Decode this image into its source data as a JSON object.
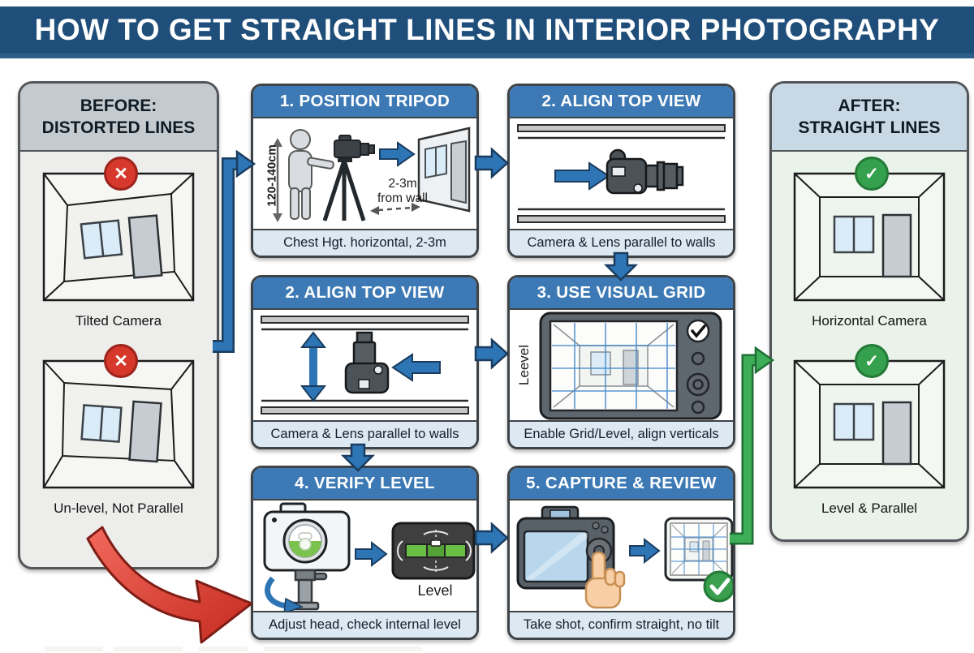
{
  "title": "HOW TO GET STRAIGHT LINES IN INTERIOR PHOTOGRAPHY",
  "before_panel": {
    "heading_line1": "BEFORE:",
    "heading_line2": "DISTORTED LINES",
    "examples": [
      {
        "caption": "Tilted Camera"
      },
      {
        "caption": "Un-level, Not Parallel"
      }
    ]
  },
  "after_panel": {
    "heading_line1": "AFTER:",
    "heading_line2": "STRAIGHT LINES",
    "examples": [
      {
        "caption": "Horizontal Camera"
      },
      {
        "caption": "Level & Parallel"
      }
    ]
  },
  "steps": [
    {
      "title": "1. POSITION TRIPOD",
      "caption": "Chest Hgt. horizontal, 2-3m",
      "height_label": "120-140cm",
      "distance_label_line1": "2-3m",
      "distance_label_line2": "from wall"
    },
    {
      "title": "2. ALIGN TOP VIEW",
      "caption": "Camera & Lens parallel to walls"
    },
    {
      "title": "2. ALIGN TOP VIEW",
      "caption": "Camera & Lens parallel to walls"
    },
    {
      "title": "3. USE VISUAL GRID",
      "caption": "Enable Grid/Level, align verticals",
      "side_label": "Leevel"
    },
    {
      "title": "4. VERIFY LEVEL",
      "caption": "Adjust head, check internal level",
      "screen_label": "Level"
    },
    {
      "title": "5. CAPTURE & REVIEW",
      "caption": "Take shot, confirm straight, no tilt"
    }
  ],
  "badges": {
    "x_glyph": "✕",
    "check_glyph": "✓"
  },
  "colors": {
    "banner_bg": "#1e4e79",
    "step_header_bg": "#3d7ab5",
    "caption_bg": "#dce8f2",
    "arrow_blue": "#2e75b6",
    "arrow_green": "#3fae58",
    "arrow_red": "#d8352b",
    "badge_red": "#d6382c",
    "badge_green": "#35a14e",
    "before_header_bg": "#c4cacd",
    "before_body_bg": "#ededec",
    "after_header_bg": "#c8d9e5",
    "after_body_bg": "#e9f3e9"
  }
}
